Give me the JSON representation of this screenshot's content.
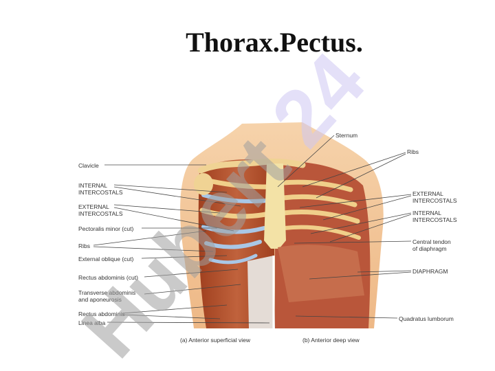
{
  "title": "Thorax.Pectus.",
  "watermark": "Hubert 24",
  "labels_left": [
    {
      "id": "clavicle",
      "text": "Clavicle"
    },
    {
      "id": "internal-intercostals",
      "text": "INTERNAL\nINTERCOSTALS"
    },
    {
      "id": "external-intercostals",
      "text": "EXTERNAL\nINTERCOSTALS"
    },
    {
      "id": "pectoralis-minor",
      "text": "Pectoralis minor (cut)"
    },
    {
      "id": "ribs",
      "text": "Ribs"
    },
    {
      "id": "external-oblique",
      "text": "External oblique (cut)"
    },
    {
      "id": "rectus-abdominis-cut",
      "text": "Rectus abdominis (cut)"
    },
    {
      "id": "transverse-abdominis",
      "text": "Transverse abdominis\nand aponeurosis"
    },
    {
      "id": "rectus-abdominis",
      "text": "Rectus abdominis"
    },
    {
      "id": "linea-alba",
      "text": "Linea alba"
    }
  ],
  "labels_right": [
    {
      "id": "sternum",
      "text": "Sternum"
    },
    {
      "id": "ribs",
      "text": "Ribs"
    },
    {
      "id": "external-intercostals",
      "text": "EXTERNAL\nINTERCOSTALS"
    },
    {
      "id": "internal-intercostals",
      "text": "INTERNAL\nINTERCOSTALS"
    },
    {
      "id": "central-tendon",
      "text": "Central tendon\nof diaphragm"
    },
    {
      "id": "diaphragm",
      "text": "DIAPHRAGM"
    },
    {
      "id": "quadratus-lumborum",
      "text": "Quadratus lumborum"
    }
  ],
  "captions": {
    "a": "(a) Anterior superficial view",
    "b": "(b) Anterior deep view"
  },
  "colors": {
    "skin": "#f2c79a",
    "muscle": "#b4522f",
    "muscle_dark": "#8e3a1f",
    "rib": "#f0cf8a",
    "cartilage": "#a9c7e6",
    "sternum": "#f3e2a6",
    "watermark": "#cdc7f3",
    "watermark_gray": "#9e9e9e"
  }
}
